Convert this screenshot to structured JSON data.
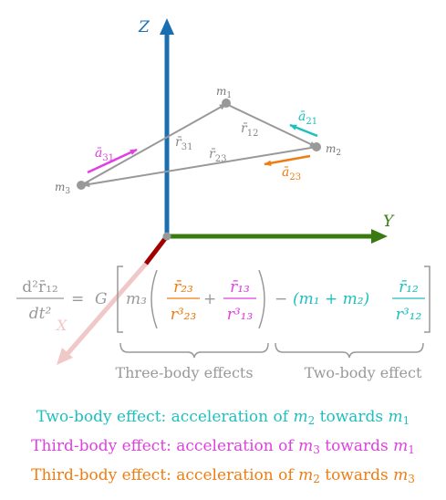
{
  "axes": {
    "z_label": "Z",
    "y_label": "Y",
    "x_label": "X"
  },
  "bodies": {
    "m1": {
      "name": "m",
      "index": "1"
    },
    "m2": {
      "name": "m",
      "index": "2"
    },
    "m3": {
      "name": "m",
      "index": "3"
    }
  },
  "vectors": {
    "r31": {
      "name": "r̄",
      "index": "31"
    },
    "r12": {
      "name": "r̄",
      "index": "12"
    },
    "r23": {
      "name": "r̄",
      "index": "23"
    },
    "a21": {
      "name": "ā",
      "index": "21"
    },
    "a31": {
      "name": "ā",
      "index": "31"
    },
    "a23": {
      "name": "ā",
      "index": "23"
    }
  },
  "equation": {
    "lhs_numerator": "d²r̄₁₂",
    "lhs_denominator": "dt²",
    "equals": "=",
    "G": "G",
    "m3": "m₃",
    "frac1_num": "r̄₂₃",
    "frac1_den": "r³₂₃",
    "plus": "+",
    "frac2_num": "r̄₁₃",
    "frac2_den": "r³₁₃",
    "minus": "−",
    "mass_sum": "(m₁ + m₂)",
    "frac3_num": "r̄₁₂",
    "frac3_den": "r³₁₂"
  },
  "braces": {
    "three_body": "Three-body effects",
    "two_body": "Two-body effect"
  },
  "captions": {
    "line1_prefix": "Two-body effect: acceleration of ",
    "line1_m_a": "m",
    "line1_sub_a": "2",
    "line1_mid": " towards ",
    "line1_m_b": "m",
    "line1_sub_b": "1",
    "line2_prefix": "Third-body effect: acceleration of ",
    "line2_m_a": "m",
    "line2_sub_a": "3",
    "line2_mid": " towards ",
    "line2_m_b": "m",
    "line2_sub_b": "1",
    "line3_prefix": "Third-body effect: acceleration of ",
    "line3_m_a": "m",
    "line3_sub_a": "2",
    "line3_mid": " towards ",
    "line3_m_b": "m",
    "line3_sub_b": "3"
  },
  "colors": {
    "z_axis": "#1a6fb0",
    "y_axis": "#3a7a10",
    "x_axis": "#a00000",
    "x_axis_faded": "#f0c8c8",
    "gray": "#999999",
    "cyan": "#1fbfbf",
    "magenta": "#e040e0",
    "orange": "#ee7d12"
  }
}
